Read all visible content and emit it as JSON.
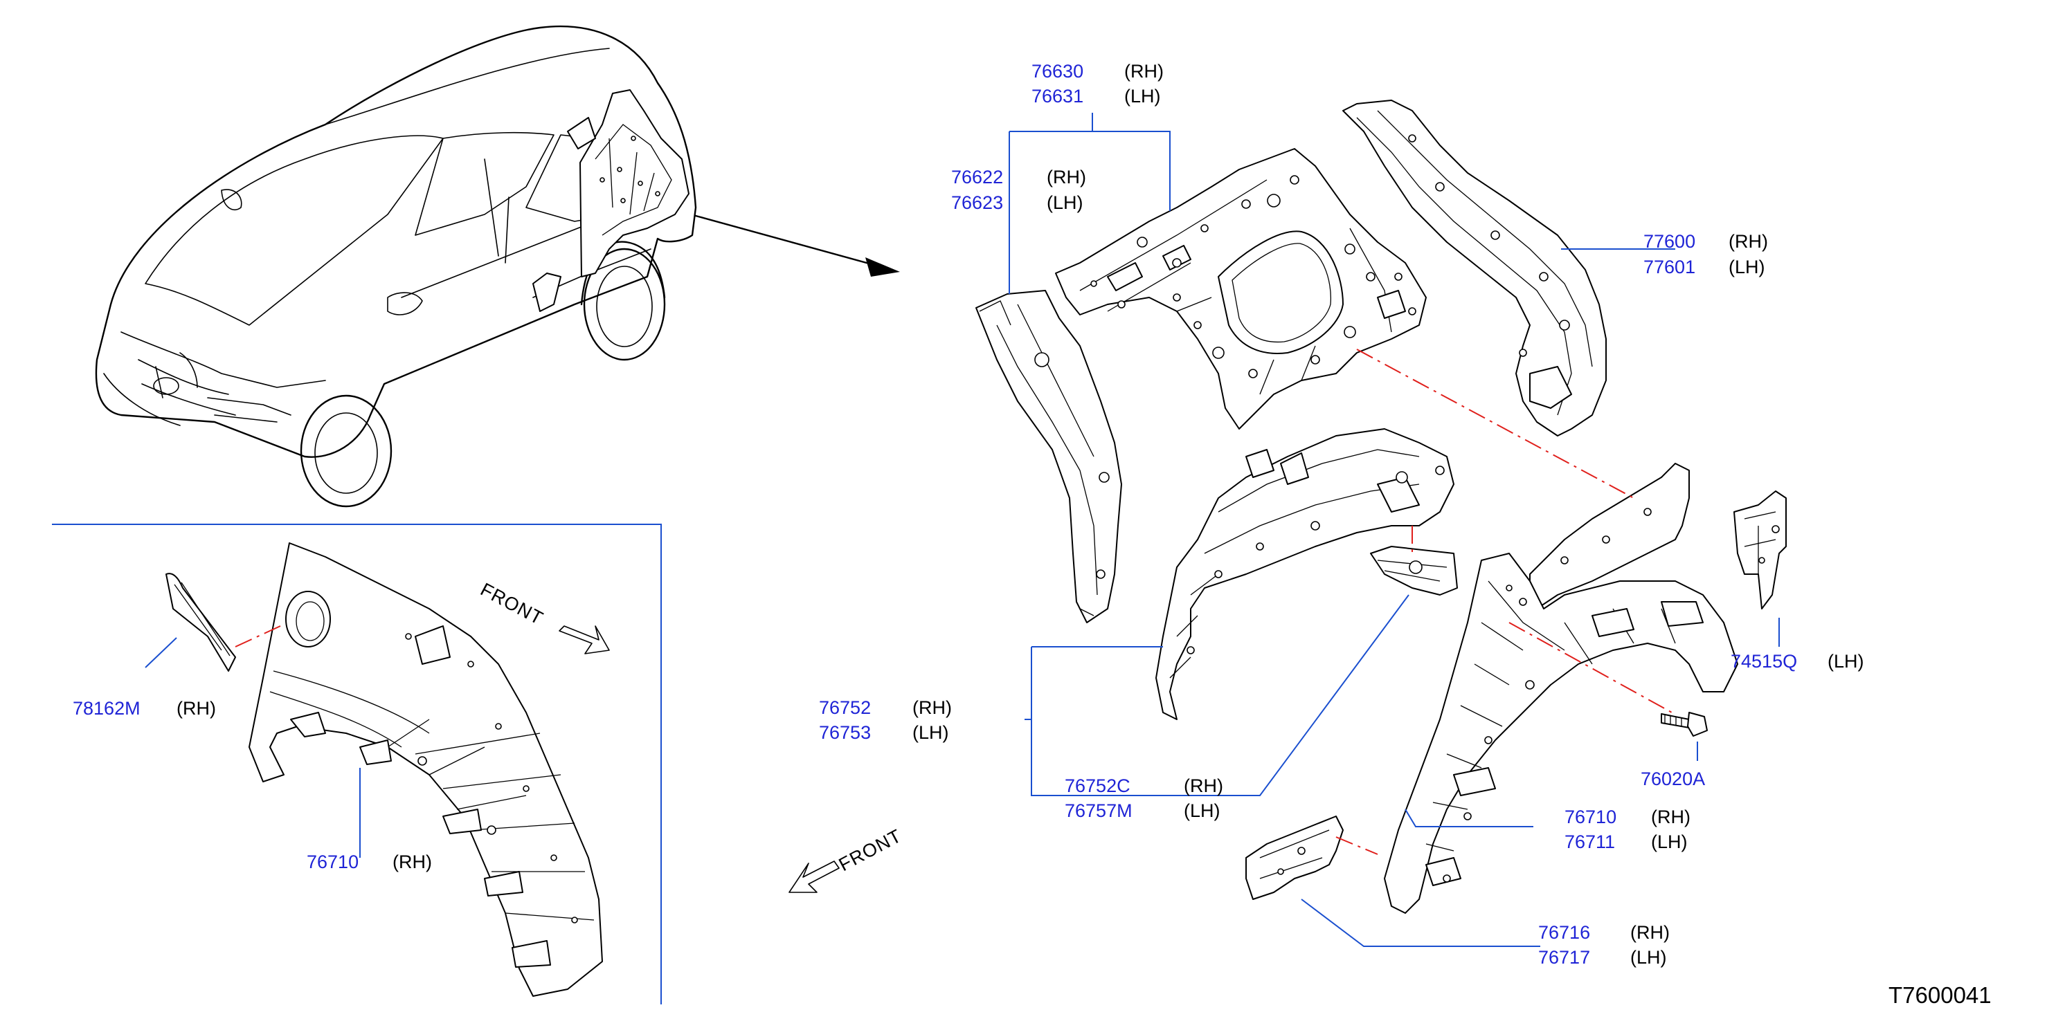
{
  "diagram_code": "T7600041",
  "colors": {
    "part_number": "#1f24d6",
    "leader": "#1a4fcf",
    "center_line": "#e0201c",
    "ink": "#000000"
  },
  "front_labels": {
    "inset": "FRONT",
    "main": "FRONT"
  },
  "callouts": [
    {
      "id": "c-76630",
      "number": "76630",
      "side": "(RH)"
    },
    {
      "id": "c-76631",
      "number": "76631",
      "side": "(LH)"
    },
    {
      "id": "c-76622",
      "number": "76622",
      "side": "(RH)"
    },
    {
      "id": "c-76623",
      "number": "76623",
      "side": "(LH)"
    },
    {
      "id": "c-77600",
      "number": "77600",
      "side": "(RH)"
    },
    {
      "id": "c-77601",
      "number": "77601",
      "side": "(LH)"
    },
    {
      "id": "c-78162M",
      "number": "78162M",
      "side": "(RH)"
    },
    {
      "id": "c-74515Q",
      "number": "74515Q",
      "side": "(LH)"
    },
    {
      "id": "c-76752",
      "number": "76752",
      "side": "(RH)"
    },
    {
      "id": "c-76753",
      "number": "76753",
      "side": "(LH)"
    },
    {
      "id": "c-76020A",
      "number": "76020A",
      "side": ""
    },
    {
      "id": "c-76752C",
      "number": "76752C",
      "side": "(RH)"
    },
    {
      "id": "c-76757M",
      "number": "76757M",
      "side": "(LH)"
    },
    {
      "id": "c-76710-inset",
      "number": "76710",
      "side": "(RH)"
    },
    {
      "id": "c-76710",
      "number": "76710",
      "side": "(RH)"
    },
    {
      "id": "c-76711",
      "number": "76711",
      "side": "(LH)"
    },
    {
      "id": "c-76716",
      "number": "76716",
      "side": "(RH)"
    },
    {
      "id": "c-76717",
      "number": "76717",
      "side": "(LH)"
    }
  ]
}
